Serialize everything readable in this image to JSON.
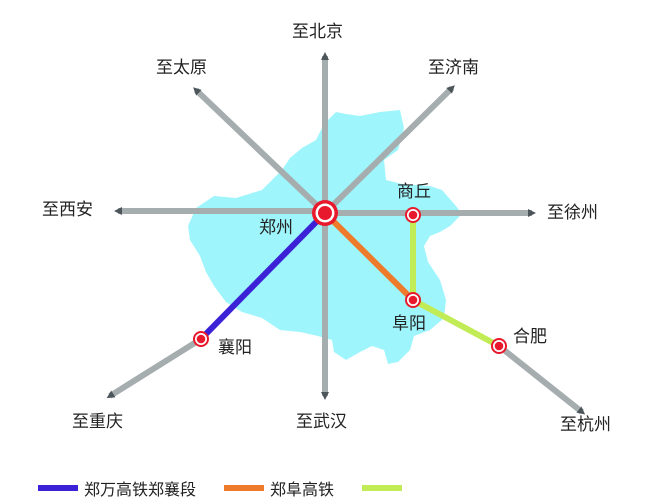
{
  "colors": {
    "province_fill": "#9ef5fb",
    "arrow_gray": "#a6adaf",
    "arrow_head": "#4c565a",
    "zhengwan_line": "#3b22d6",
    "zhengfu_line": "#ee7a2c",
    "third_line": "#c2ec55",
    "station_red": "#e8192c"
  },
  "destinations": {
    "beijing": "至北京",
    "taiyuan": "至太原",
    "jinan": "至济南",
    "xian": "至西安",
    "xuzhou": "至徐州",
    "chongqing": "至重庆",
    "wuhan": "至武汉",
    "hangzhou": "至杭州"
  },
  "stations": {
    "zhengzhou": "郑州",
    "shangqiu": "商丘",
    "fuyang": "阜阳",
    "hefei": "合肥",
    "xiangyang": "襄阳"
  },
  "legend": [
    {
      "label": "郑万高铁郑襄段",
      "color": "#3b22d6"
    },
    {
      "label": "郑阜高铁",
      "color": "#ee7a2c"
    },
    {
      "label": "",
      "color": "#c2ec55"
    }
  ]
}
